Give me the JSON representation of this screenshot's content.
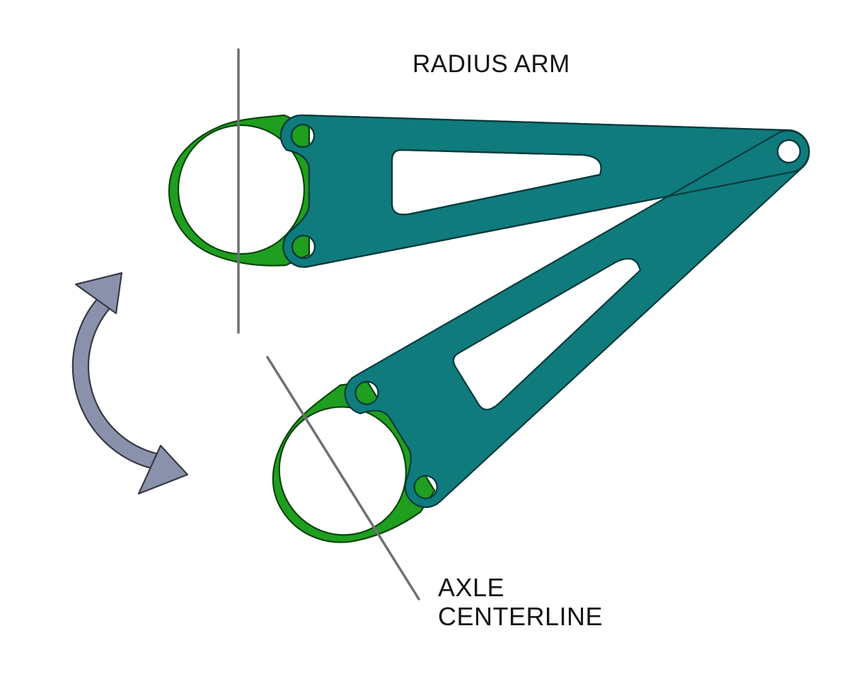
{
  "labels": {
    "radius_arm": "RADIUS ARM",
    "axle_centerline_line1": "AXLE",
    "axle_centerline_line2": "CENTERLINE"
  },
  "colors": {
    "background": "#ffffff",
    "arm_fill_teal": "#0f7b7d",
    "arm_outline_dark_teal": "#053a3c",
    "bushing_fill_green": "#1f9e1f",
    "bushing_outline_dark_green": "#084408",
    "construction_line_gray": "#6e7076",
    "rotation_arrow_fill": "#8a91ab",
    "rotation_arrow_outline": "#383944",
    "label_text": "#151515"
  },
  "icons": {
    "rotation_arrow": "curved-double-headed-arrow"
  }
}
